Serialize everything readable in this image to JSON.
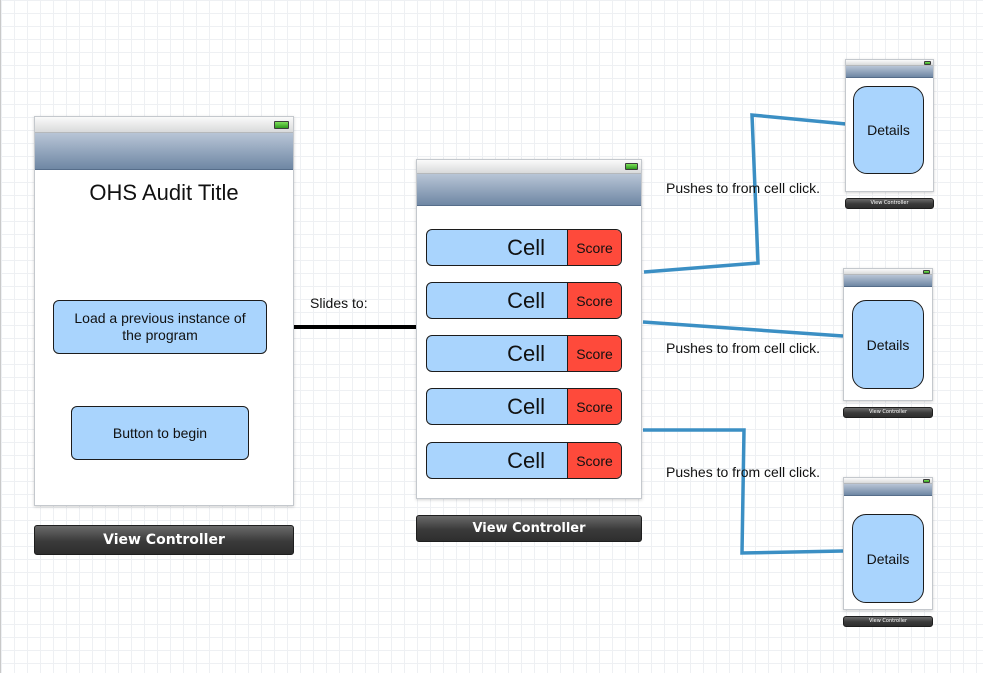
{
  "colors": {
    "connector_blue": "#3b8fc4",
    "button_fill": "#a9d4fd",
    "score_red": "#fe4a3b",
    "segue_black": "#000000"
  },
  "screen1": {
    "title": "OHS Audit Title",
    "load_button": "Load a previous instance of the program",
    "begin_button": "Button to begin",
    "footer": "View Controller"
  },
  "segue1": {
    "label": "Slides to:"
  },
  "screen2": {
    "cells": [
      {
        "label": "Cell",
        "score": "Score"
      },
      {
        "label": "Cell",
        "score": "Score"
      },
      {
        "label": "Cell",
        "score": "Score"
      },
      {
        "label": "Cell",
        "score": "Score"
      },
      {
        "label": "Cell",
        "score": "Score"
      }
    ],
    "footer": "View Controller"
  },
  "push_labels": [
    "Pushes to from cell click.",
    "Pushes to from cell click.",
    "Pushes to from cell click."
  ],
  "details_screens": [
    {
      "button": "Details",
      "footer": "View Controller"
    },
    {
      "button": "Details",
      "footer": "View Controller"
    },
    {
      "button": "Details",
      "footer": "View Controller"
    }
  ]
}
